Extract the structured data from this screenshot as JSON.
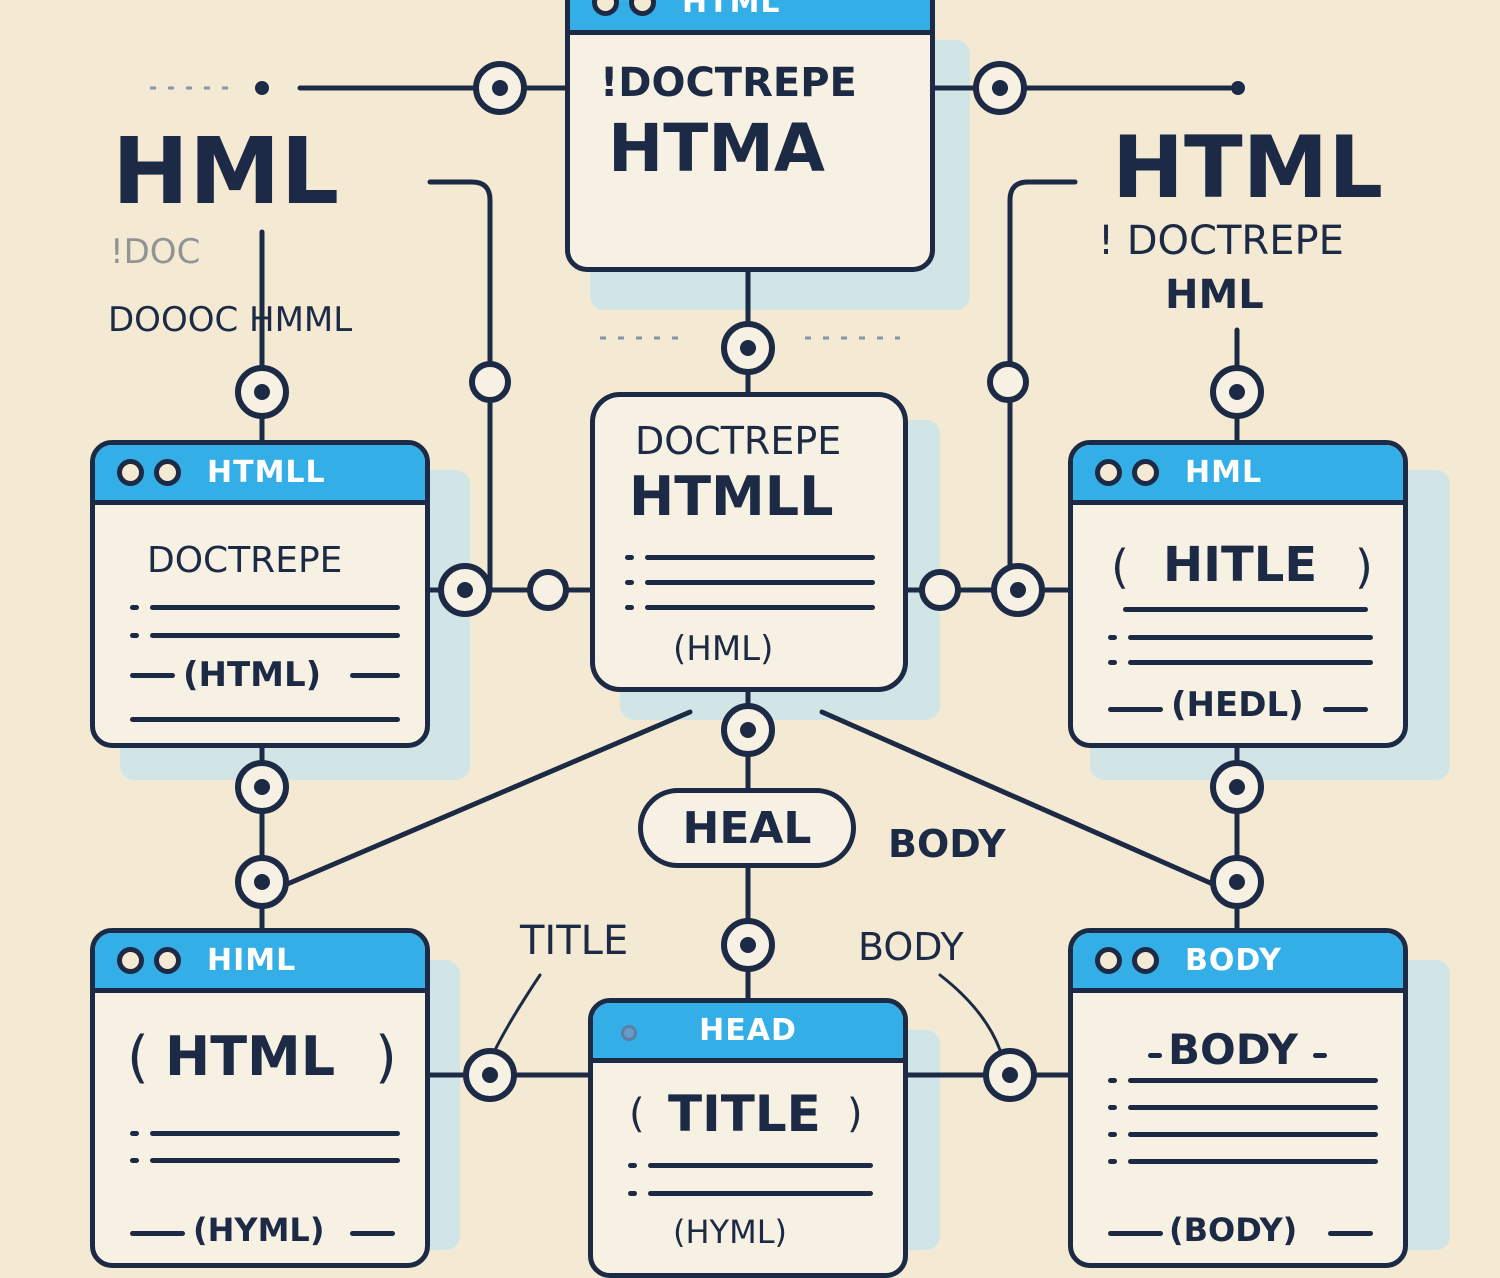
{
  "top_card": {
    "bar_title": "HTML",
    "line1": "!DOCTREPE",
    "line2": "HTMA"
  },
  "left_heading": {
    "title": "HML",
    "sub1": "!DOC",
    "sub2": "DOOOC HMML"
  },
  "right_heading": {
    "title": "HTML",
    "sub1": "! DOCTREPE",
    "sub2": "HML"
  },
  "center_card": {
    "line1": "DOCTREPE",
    "line2": "HTMLL",
    "footer": "(HML)"
  },
  "mid_left_card": {
    "bar_title": "HTMLL",
    "heading": "DOCTREPE",
    "footer": "(HTML)"
  },
  "mid_right_card": {
    "bar_title": "HML",
    "heading": "HITLE",
    "footer": "(HEDL)"
  },
  "center_node": {
    "label": "HEAL"
  },
  "floating_labels": {
    "body_upper": "BODY",
    "title": "TITLE",
    "body_lower": "BODY"
  },
  "bottom_left_card": {
    "bar_title": "HIML",
    "heading": "HTML",
    "footer": "(HYML)"
  },
  "bottom_center_card": {
    "bar_title": "HEAD",
    "heading": "TITLE",
    "footer": "(HYML)"
  },
  "bottom_right_card": {
    "bar_title": "BODY",
    "heading": "BODY",
    "footer": "(BODY)"
  },
  "colors": {
    "background": "#f4ead3",
    "ink": "#1c2a46",
    "accent": "#33aee6",
    "shadow": "#bfe0f0"
  }
}
